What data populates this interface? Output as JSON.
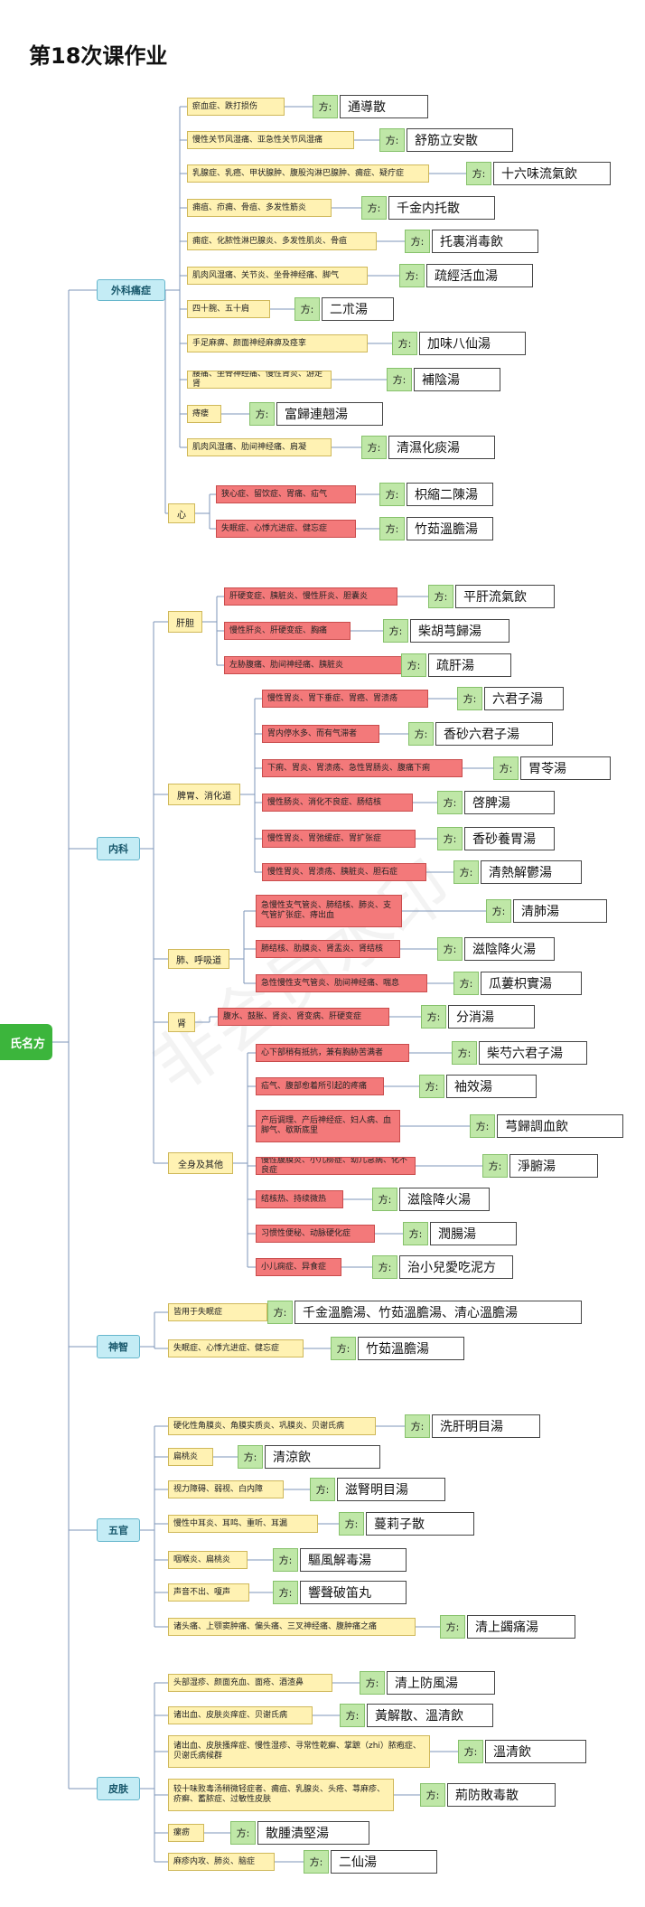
{
  "title": "第18次课作业",
  "root": "氏名方",
  "prefix": "方:",
  "watermark": "非会员水印",
  "categories": [
    "外科痛症",
    "心",
    "肝胆",
    "内科",
    "脾胃、消化道",
    "肺、呼吸道",
    "肾",
    "全身及其他",
    "神智",
    "五官",
    "皮肤"
  ],
  "items": [
    {
      "d": "瘀血症、跌打损伤",
      "f": "通導散"
    },
    {
      "d": "慢性关节风湿痛、亚急性关节风湿痛",
      "f": "舒筋立安散"
    },
    {
      "d": "乳腺症、乳癌、甲状腺肿、腹股沟淋巴腺肿、痈症、疑疔症",
      "f": "十六味流氣飲"
    },
    {
      "d": "痈疽、疖痈、骨疽、多发性筋炎",
      "f": "千金内托散"
    },
    {
      "d": "痈症、化脓性淋巴腺炎、多发性肌炎、骨疽",
      "f": "托裏消毒飲"
    },
    {
      "d": "肌肉风湿痛、关节炎、坐骨神经痛、脚气",
      "f": "疏經活血湯"
    },
    {
      "d": "四十腕、五十肩",
      "f": "二朮湯"
    },
    {
      "d": "手足麻痹、颜面神经麻痹及痉挛",
      "f": "加味八仙湯"
    },
    {
      "d": "腰痛、坐骨神经痛、慢性肾炎、游走肾",
      "f": "補陰湯"
    },
    {
      "d": "痔瘘",
      "f": "富歸連翹湯"
    },
    {
      "d": "肌肉风湿痛、肋间神经痛、肩凝",
      "f": "清濕化痰湯"
    },
    {
      "d": "狭心症、留饮症、胃痛、疝气",
      "f": "枳縮二陳湯"
    },
    {
      "d": "失眠症、心悸亢进症、健忘症",
      "f": "竹茹溫膽湯"
    },
    {
      "d": "肝硬变症、胰脏炎、慢性肝炎、胆囊炎",
      "f": "平肝流氣飲"
    },
    {
      "d": "慢性肝炎、肝硬变症、胸痛",
      "f": "柴胡芎歸湯"
    },
    {
      "d": "左胁腹痛、肋间神经痛、胰脏炎",
      "f": "疏肝湯"
    },
    {
      "d": "慢性胃炎、胃下垂症、胃癌、胃溃疡",
      "f": "六君子湯"
    },
    {
      "d": "胃内停水多、而有气滞者",
      "f": "香砂六君子湯"
    },
    {
      "d": "下痢、胃炎、胃溃疡、急性胃肠炎、腹痛下痢",
      "f": "胃苓湯"
    },
    {
      "d": "慢性肠炎、消化不良症、肠结核",
      "f": "啓脾湯"
    },
    {
      "d": "慢性胃炎、胃弛缓症、胃扩张症",
      "f": "香砂養胃湯"
    },
    {
      "d": "慢性胃炎、胃溃疡、胰脏炎、胆石症",
      "f": "清熱解鬱湯"
    },
    {
      "d": "急慢性支气管炎、肺结核、肺炎、支气管扩张症、痔出血",
      "f": "清肺湯"
    },
    {
      "d": "肺结核、肋膜炎、肾盂炎、肾结核",
      "f": "滋陰降火湯"
    },
    {
      "d": "急性慢性支气管炎、肋间神经痛、喘息",
      "f": "瓜蔞枳實湯"
    },
    {
      "d": "腹水、鼓胀、肾炎、肾变病、肝硬变症",
      "f": "分消湯"
    },
    {
      "d": "心下部稍有抵抗，兼有胸胁苦满者",
      "f": "柴芍六君子湯"
    },
    {
      "d": "疝气、腹部愈着所引起的疼痛",
      "f": "袖效湯"
    },
    {
      "d": "产后调理、产后神经症、妇人病、血脚气、歇斯底里",
      "f": "芎歸調血飲"
    },
    {
      "d": "慢性腹膜炎、小儿痨症、幼儿急病、化不良症",
      "f": "淨腑湯"
    },
    {
      "d": "结核热、持续微热",
      "f": "滋陰降火湯"
    },
    {
      "d": "习惯性便秘、动脉硬化症",
      "f": "潤腸湯"
    },
    {
      "d": "小儿痫症、异食症",
      "f": "治小兒愛吃泥方"
    },
    {
      "d": "皆用于失眠症",
      "f": "千金溫膽湯、竹茹溫膽湯、清心溫膽湯"
    },
    {
      "d": "失眠症、心悸亢进症、健忘症",
      "f": "竹茹溫膽湯"
    },
    {
      "d": "硬化性角膜炎、角膜实质炎、巩膜炎、贝谢氏病",
      "f": "洗肝明目湯"
    },
    {
      "d": "扁桃炎",
      "f": "清涼飲"
    },
    {
      "d": "视力障碍、弱视、白内障",
      "f": "滋腎明目湯"
    },
    {
      "d": "慢性中耳炎、耳鸣、重听、耳漏",
      "f": "蔓莉子散"
    },
    {
      "d": "咽喉炎、扁桃炎",
      "f": "驅風解毒湯"
    },
    {
      "d": "声音不出、嗄声",
      "f": "響聲破笛丸"
    },
    {
      "d": "诸头痛、上颚窦肿痛、偏头痛、三叉神经痛、腹肿痛之痛",
      "f": "清上蠲痛湯"
    },
    {
      "d": "头部湿疹、颜面充血、面疮、酒渣鼻",
      "f": "清上防風湯"
    },
    {
      "d": "诸出血、皮肤炎痒症、贝谢氏病",
      "f": "黃解散、溫清飲"
    },
    {
      "d": "诸出血、皮肤搔痒症、慢性湿疹、寻常性乾癬、掌蹠（zhi）脓疱症、贝谢氏病候群",
      "f": "溫清飲"
    },
    {
      "d": "较十味败毒汤稍微轻症者、痈疽、乳腺炎、头疮、荨麻疹、疥癣、蓄脓症、过敏性皮肤",
      "f": "荊防敗毒散"
    },
    {
      "d": "瘰疬",
      "f": "散腫潰堅湯"
    },
    {
      "d": "麻疹内攻、肺炎、脑症",
      "f": "二仙湯"
    }
  ],
  "colors": {
    "accent": "#3cb53c",
    "category": "#c4ecf5",
    "desc_yellow": "#fff2b3",
    "desc_red": "#f3797a",
    "label": "#bfe7a7"
  }
}
